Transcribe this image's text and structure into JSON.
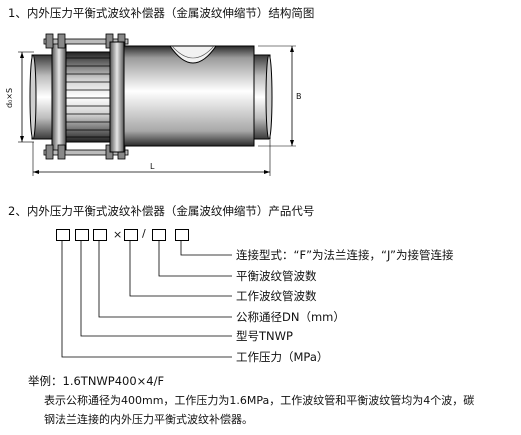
{
  "section1": {
    "heading": "1、内外压力平衡式波纹补偿器（金属波纹伸缩节）结构简图",
    "dim_left": "d₀×S",
    "dim_right": "B",
    "dim_bottom": "L"
  },
  "section2": {
    "heading": "2、内外压力平衡式波纹补偿器（金属波纹伸缩节）产品代号",
    "code_symbols": {
      "times": "×",
      "slash": "/"
    },
    "callouts": [
      "连接型式：“F”为法兰连接，“J”为接管连接",
      "平衡波纹管波数",
      "工作波纹管波数",
      "公称通径DN（mm）",
      "型号TNWP",
      "工作压力（MPa）"
    ],
    "example_title": "举例：1.6TNWP400×4/F",
    "example_line1": "表示公称通径为400mm，工作压力为1.6MPa，工作波纹管和平衡波纹管均为4个波，碳",
    "example_line2": "钢法兰连接的内外压力平衡式波纹补偿器。"
  }
}
